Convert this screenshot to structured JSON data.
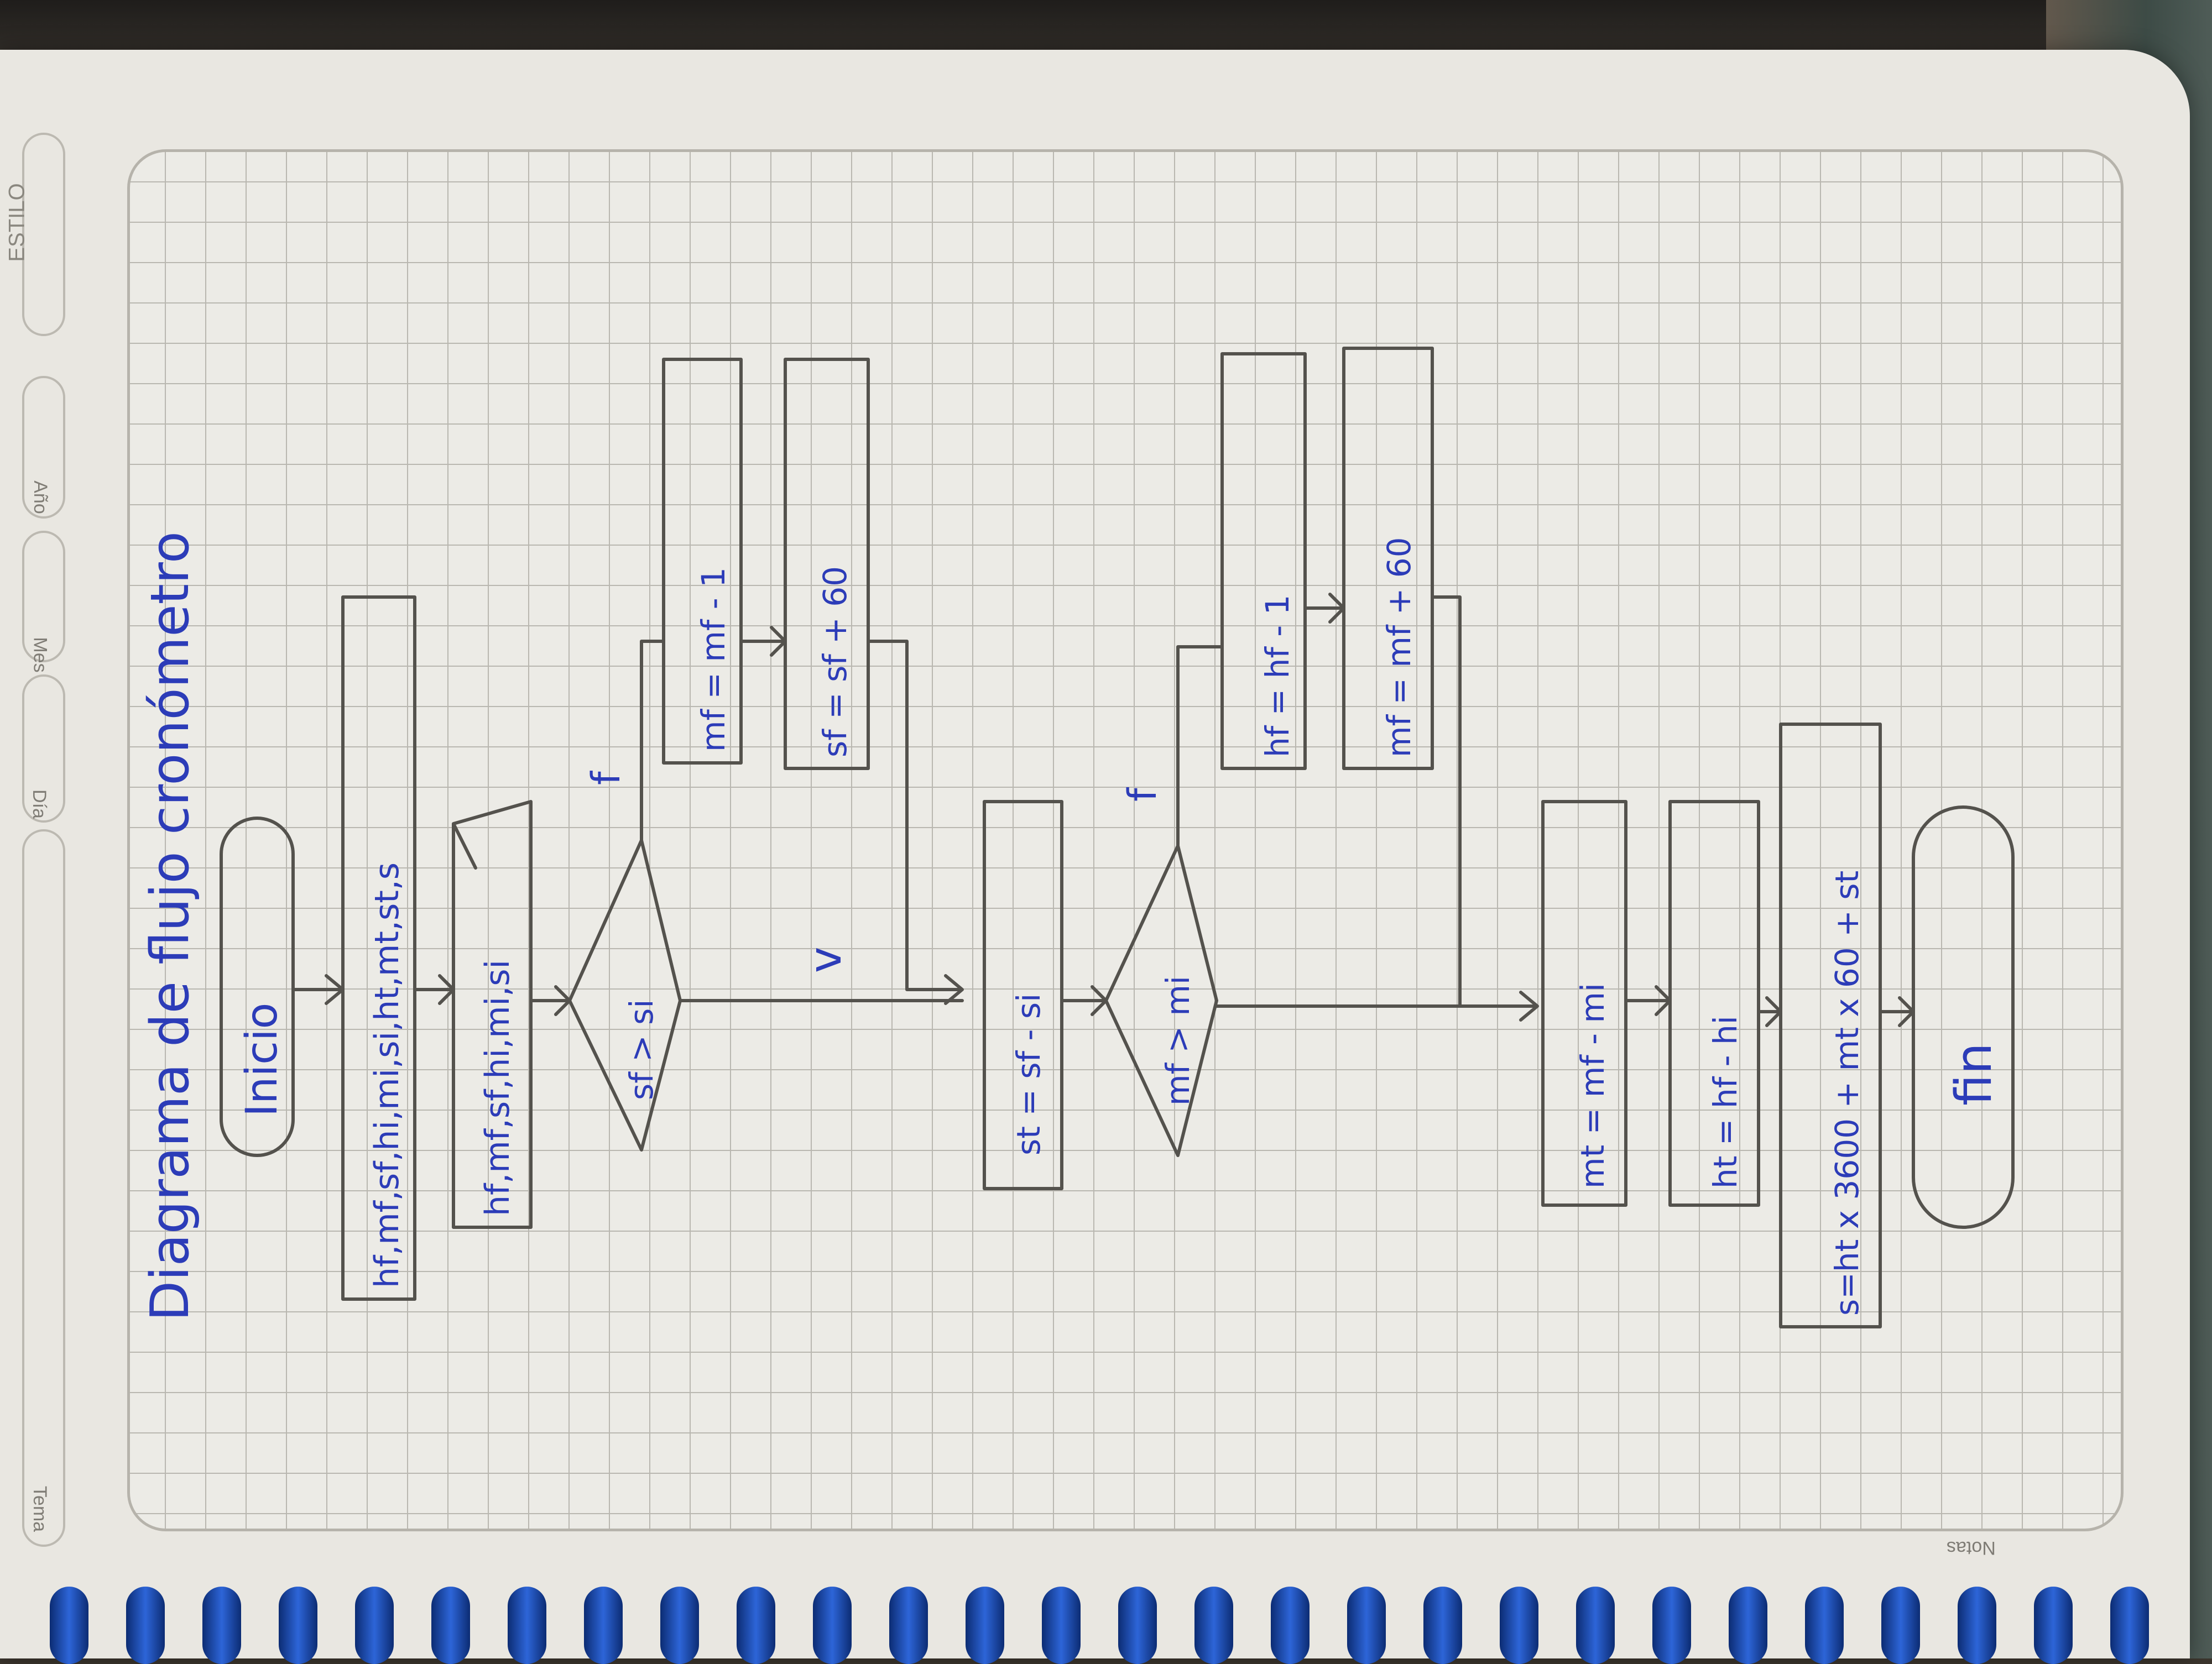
{
  "planner": {
    "brand": "ESTILO",
    "tabs": [
      "Tema",
      "Día",
      "Mes",
      "Año",
      "Notas"
    ]
  },
  "diagram": {
    "title": "Diagrama de flujo cronómetro",
    "start": "Inicio",
    "end": "fin",
    "declare": "hf,mf,sf,hi,mi,si,ht,mt,st,s",
    "input": "hf,mf,sf,hi,mi,si",
    "cond1": "sf > si",
    "cond1_false_label": "f",
    "cond1_true_label": "v",
    "loop1_a": "mf = mf - 1",
    "loop1_b": "sf = sf + 60",
    "step_st": "st = sf - si",
    "cond2": "mf > mi",
    "cond2_false_label": "f",
    "loop2_a": "hf = hf - 1",
    "loop2_b": "mf = mf + 60",
    "step_mt": "mt = mf - mi",
    "step_ht": "ht = hf - hi",
    "step_s": "s=ht x 3600 + mt x 60 + st"
  }
}
